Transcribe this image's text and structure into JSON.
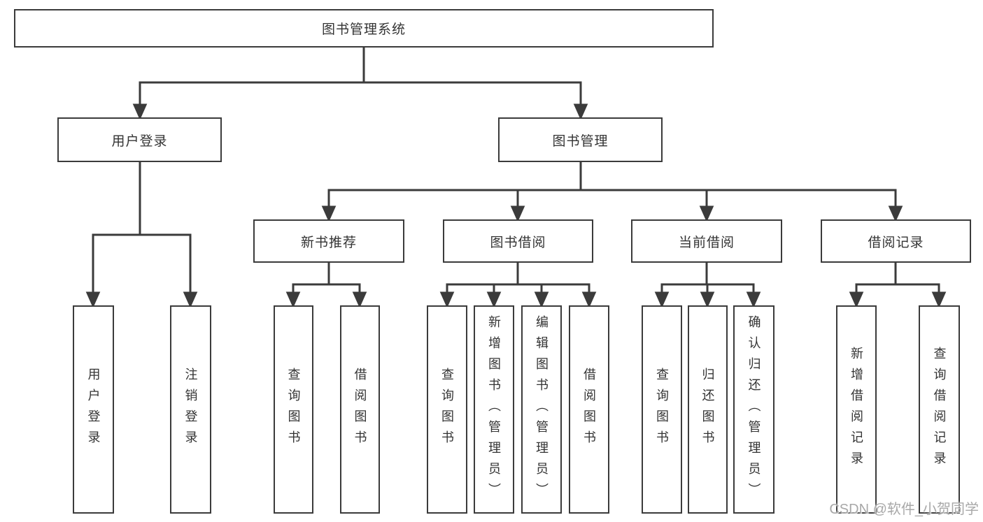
{
  "tree": {
    "label": "图书管理系统",
    "children": [
      {
        "label": "用户登录",
        "children": [
          {
            "label": "用户登录"
          },
          {
            "label": "注销登录"
          }
        ]
      },
      {
        "label": "图书管理",
        "children": [
          {
            "label": "新书推荐",
            "children": [
              {
                "label": "查询图书"
              },
              {
                "label": "借阅图书"
              }
            ]
          },
          {
            "label": "图书借阅",
            "children": [
              {
                "label": "查询图书"
              },
              {
                "label": "新增图书（管理员）"
              },
              {
                "label": "编辑图书（管理员）"
              },
              {
                "label": "借阅图书"
              }
            ]
          },
          {
            "label": "当前借阅",
            "children": [
              {
                "label": "查询图书"
              },
              {
                "label": "归还图书"
              },
              {
                "label": "确认归还（管理员）"
              }
            ]
          },
          {
            "label": "借阅记录",
            "children": [
              {
                "label": "新增借阅记录"
              },
              {
                "label": "查询借阅记录"
              }
            ]
          }
        ]
      }
    ]
  },
  "watermark": {
    "text": "CSDN @软件_小贺同学"
  },
  "colors": {
    "line": "#3b3b3b",
    "text": "#333333",
    "background": "#ffffff",
    "watermark": "#a8a8a8"
  }
}
